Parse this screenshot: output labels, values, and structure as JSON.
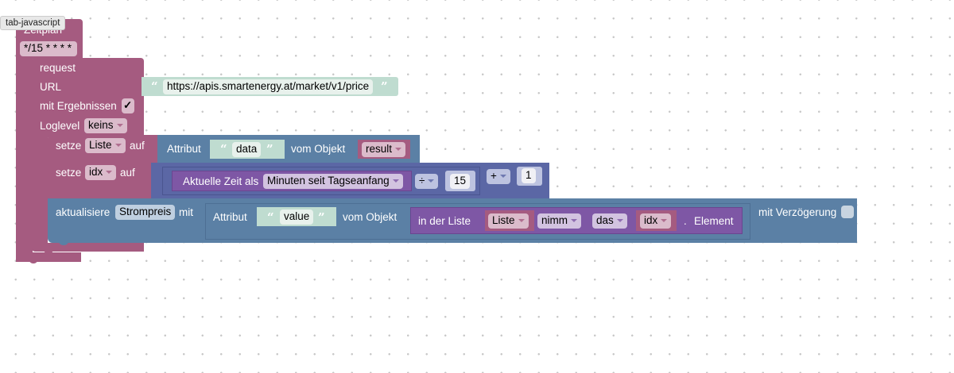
{
  "tooltip": "tab-javascript",
  "schedule": {
    "title": "Zeitplan",
    "cron": "*/15 * * * *"
  },
  "request": {
    "label": "request",
    "url_label": "URL",
    "url_value": "https://apis.smartenergy.at/market/v1/price",
    "with_results_label": "mit Ergebnissen",
    "with_results_checked": "✓",
    "loglevel_label": "Loglevel",
    "loglevel_value": "keins"
  },
  "set_list": {
    "setze": "setze",
    "var": "Liste",
    "auf": "auf",
    "attribut": "Attribut",
    "attr_value": "data",
    "vom_objekt": "vom Objekt",
    "obj_var": "result"
  },
  "set_idx": {
    "setze": "setze",
    "var": "idx",
    "auf": "auf",
    "time_label": "Aktuelle Zeit als",
    "time_mode": "Minuten seit Tagseanfang",
    "div_op": "÷",
    "divisor": "15",
    "add_op": "+",
    "addend": "1"
  },
  "update": {
    "label": "aktualisiere",
    "state": "Strompreis",
    "mit": "mit",
    "attribut": "Attribut",
    "attr_value": "value",
    "vom_objekt": "vom Objekt",
    "list_label": "in der Liste",
    "list_var": "Liste",
    "take": "nimm",
    "which": "das",
    "index_var": "idx",
    "dot": ".",
    "element": "Element",
    "delay_label": "mit Verzögerung"
  }
}
